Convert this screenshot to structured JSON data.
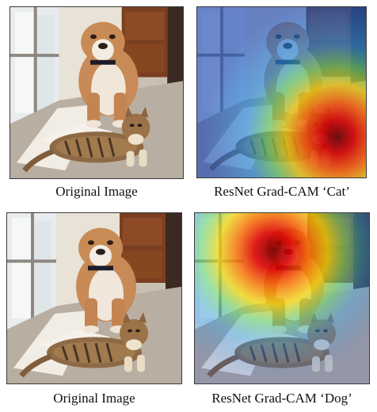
{
  "figure": {
    "panels": [
      {
        "caption": "Original Image",
        "heatmap": "none"
      },
      {
        "caption": "ResNet Grad-CAM ‘Cat’",
        "heatmap": "cat"
      },
      {
        "caption": "Original Image",
        "heatmap": "none"
      },
      {
        "caption": "ResNet Grad-CAM ‘Dog’",
        "heatmap": "dog"
      }
    ]
  }
}
